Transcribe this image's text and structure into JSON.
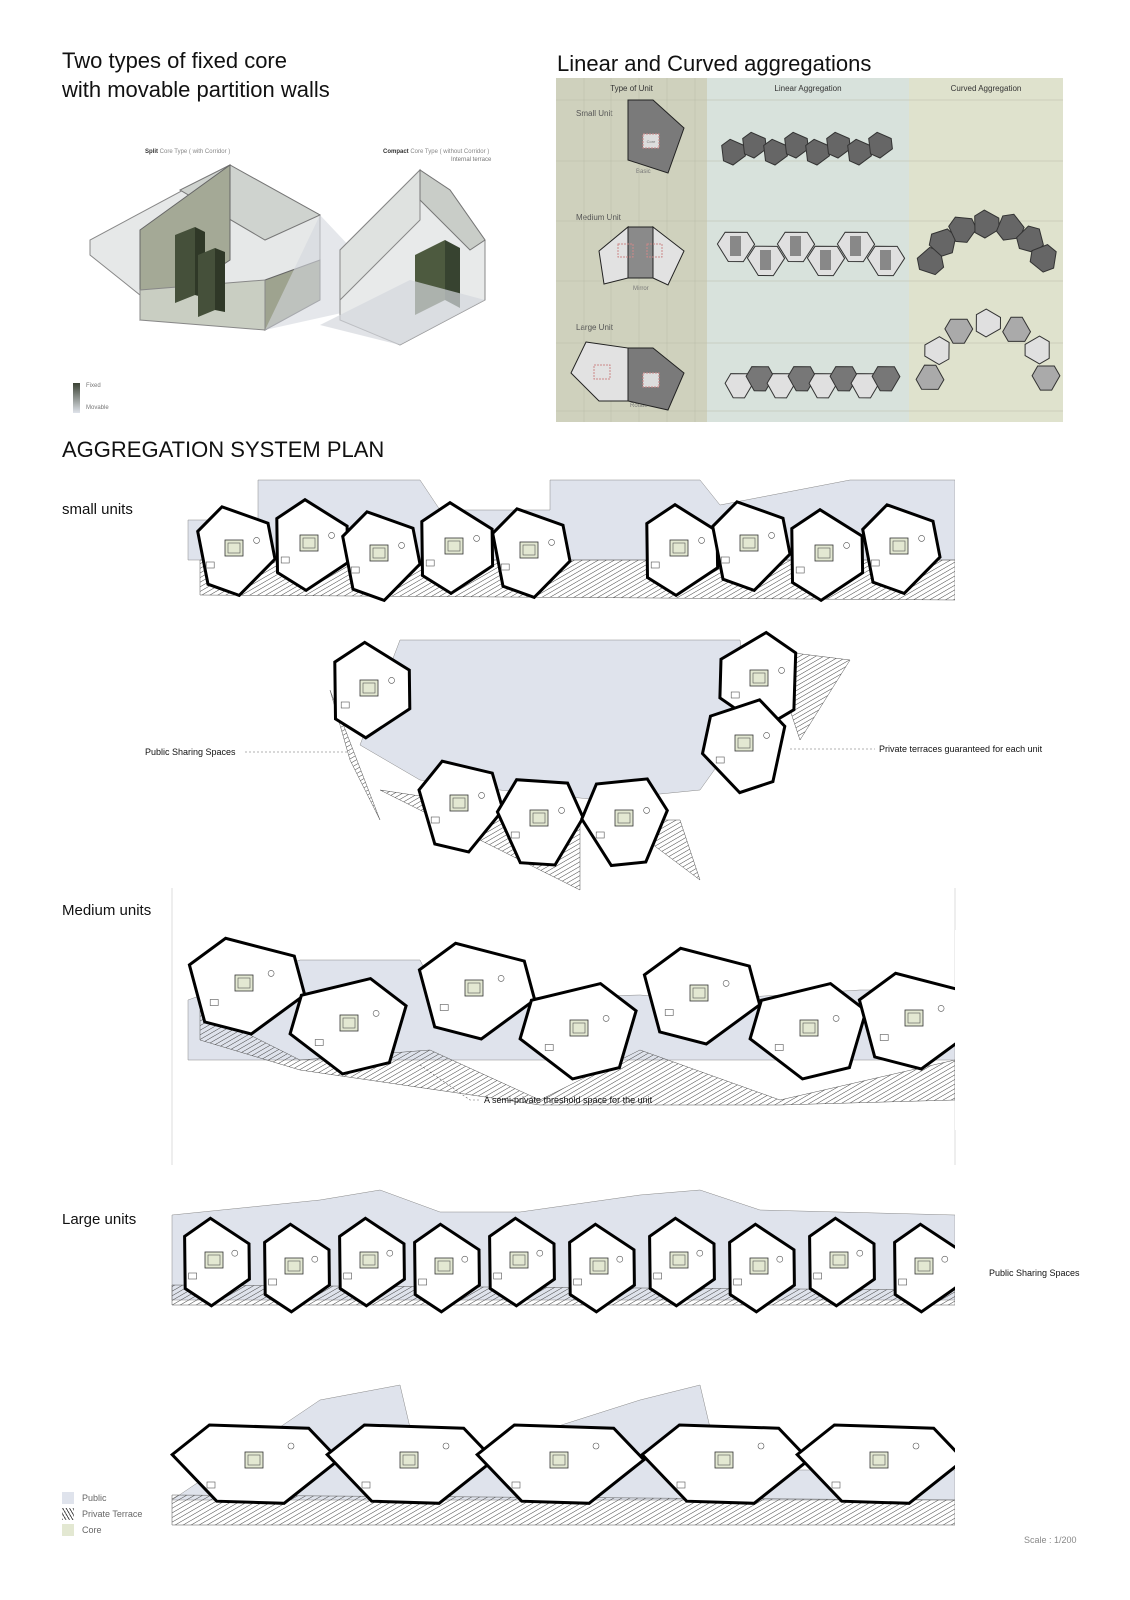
{
  "titles": {
    "core_types": [
      "Two types of fixed core",
      "with movable partition walls"
    ],
    "aggregations": "Linear and Curved aggregations",
    "system_plan": "AGGREGATION SYSTEM PLAN"
  },
  "core_types": {
    "split": {
      "bold": "Split",
      "rest": " Core Type ( with Corridor )"
    },
    "compact": {
      "bold": "Compact",
      "rest": " Core Type ( without Corridor )",
      "note": "Internal terrace"
    },
    "legend": {
      "fixed": "Fixed",
      "movable": "Movable"
    }
  },
  "matrix": {
    "columns": [
      "Type of Unit",
      "Linear Aggregation",
      "Curved Aggregation"
    ],
    "rows": [
      {
        "label": "Small Unit",
        "operation": "Basic"
      },
      {
        "label": "Medium Unit",
        "operation": "Mirror"
      },
      {
        "label": "Large Unit",
        "operation": "Rotate"
      }
    ],
    "core_label": "Core"
  },
  "sections": {
    "small": "small units",
    "medium": "Medium units",
    "large": "Large units"
  },
  "annotations": {
    "public_sharing_left": "Public Sharing Spaces",
    "private_terraces": "Private terraces guaranteed for each unit",
    "threshold": "A semi-private threshold space for the unit",
    "public_sharing_right": "Public Sharing Spaces"
  },
  "legend": {
    "public": "Public",
    "terrace": "Private Terrace",
    "core": "Core"
  },
  "scale": "Scale : 1/200",
  "colors": {
    "public": "#dfe3ec",
    "core": "#e3e8d2",
    "olive": "#cfd1bd",
    "teal": "#d8e2dc",
    "sage": "#dfe2cd"
  }
}
